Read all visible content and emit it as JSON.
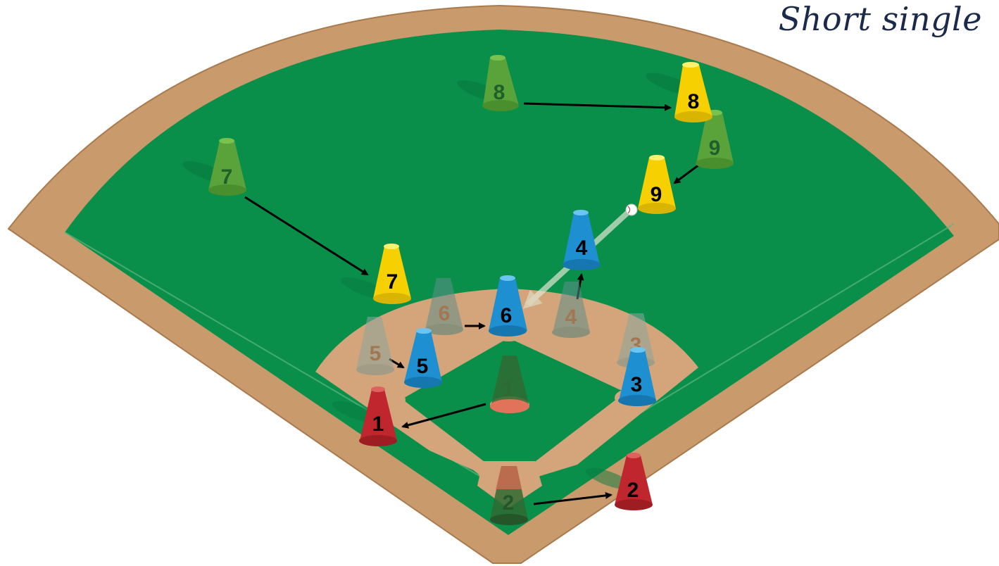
{
  "title": "Short single",
  "colors": {
    "field": "#0a8f4a",
    "dirt": "#d4a57a",
    "wall": "#c99a6c",
    "pitcher": "#c0262d",
    "infielder": "#1e8fd0",
    "outfielder": "#f6d000",
    "ghost_outfield": "#5aa33a",
    "arrow": "#000000"
  },
  "players": {
    "pitcher": {
      "number": "1",
      "role": "pitcher"
    },
    "catcher": {
      "number": "2",
      "role": "catcher"
    },
    "first_base": {
      "number": "3",
      "role": "infielder"
    },
    "second_base": {
      "number": "4",
      "role": "infielder"
    },
    "third_base": {
      "number": "5",
      "role": "infielder"
    },
    "shortstop": {
      "number": "6",
      "role": "infielder"
    },
    "left_field": {
      "number": "7",
      "role": "outfielder"
    },
    "center_field": {
      "number": "8",
      "role": "outfielder"
    },
    "right_field": {
      "number": "9",
      "role": "outfielder"
    }
  }
}
